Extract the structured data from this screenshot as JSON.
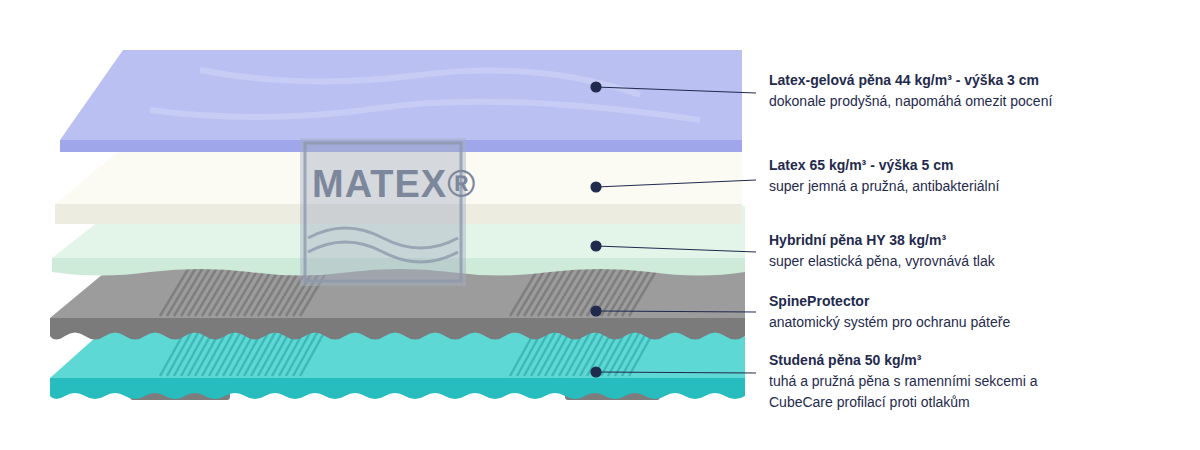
{
  "diagram": {
    "labels": [
      "Latex-gelová pěna 44 kg/m³ - výška 3 cm",
      "dokonale prodyšná, napomáhá omezit pocení",
      "Latex 65 kg/m³ - výška 5 cm",
      "super jemná a pružná, antibakteriální",
      "Hybridní pěna HY 38 kg/m³",
      "super elastická pěna, vyrovnává tlak",
      "SpineProtector",
      "anatomický systém pro ochranu páteře",
      "Studená pěna 50 kg/m³",
      "tuhá a pružná pěna s ramenními sekcemi a CubeCare profilací proti otlakům",
      "MATEX®"
    ]
  }
}
